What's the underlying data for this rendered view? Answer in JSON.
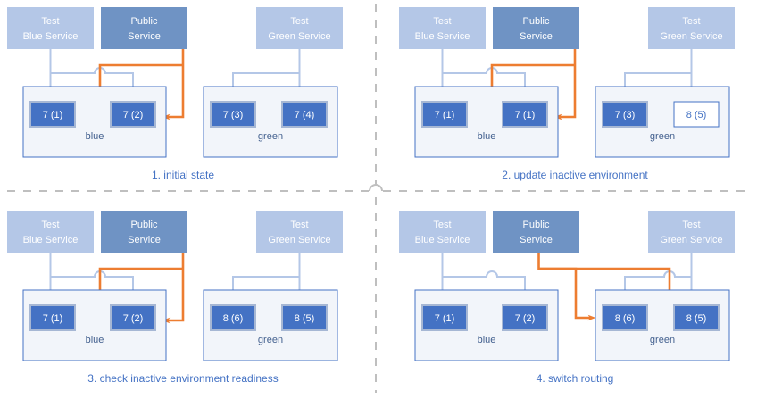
{
  "theme": {
    "background": "#ffffff",
    "service_light": "#b4c7e7",
    "service_dark": "#6f93c4",
    "instance_fill": "#4472c4",
    "instance_border": "#a6b7d4",
    "instance_empty_fill": "#ffffff",
    "instance_empty_border": "#4472c4",
    "env_border": "#4472c4",
    "env_fill": "#f2f5fa",
    "arrow_blue": "#b4c7e7",
    "arrow_orange": "#ed7d31",
    "caption_color": "#4472c4",
    "divider_color": "#bfbfbf"
  },
  "panels": [
    {
      "id": "panel-1",
      "caption": "1. initial state",
      "services": [
        {
          "id": "test-blue-service",
          "line1": "Test",
          "line2": "Blue Service",
          "style": "light"
        },
        {
          "id": "public-service",
          "line1": "Public",
          "line2": "Service",
          "style": "dark"
        },
        {
          "id": "test-green-service",
          "line1": "Test",
          "line2": "Green Service",
          "style": "light"
        }
      ],
      "environments": [
        {
          "id": "blue",
          "label": "blue",
          "instances": [
            {
              "id": "blue-inst-1",
              "label": "7 (1)",
              "state": "filled"
            },
            {
              "id": "blue-inst-2",
              "label": "7 (2)",
              "state": "filled"
            }
          ]
        },
        {
          "id": "green",
          "label": "green",
          "instances": [
            {
              "id": "green-inst-1",
              "label": "7 (3)",
              "state": "filled"
            },
            {
              "id": "green-inst-2",
              "label": "7 (4)",
              "state": "filled"
            }
          ]
        }
      ],
      "public_routing_target": "blue",
      "test_blue_routes": [
        "blue-inst-1",
        "blue-inst-2"
      ],
      "test_green_routes": [
        "green-inst-1",
        "green-inst-2"
      ]
    },
    {
      "id": "panel-2",
      "caption": "2. update inactive environment",
      "services": [
        {
          "id": "test-blue-service",
          "line1": "Test",
          "line2": "Blue Service",
          "style": "light"
        },
        {
          "id": "public-service",
          "line1": "Public",
          "line2": "Service",
          "style": "dark"
        },
        {
          "id": "test-green-service",
          "line1": "Test",
          "line2": "Green Service",
          "style": "light"
        }
      ],
      "environments": [
        {
          "id": "blue",
          "label": "blue",
          "instances": [
            {
              "id": "blue-inst-1",
              "label": "7 (1)",
              "state": "filled"
            },
            {
              "id": "blue-inst-2",
              "label": "7 (1)",
              "state": "filled"
            }
          ]
        },
        {
          "id": "green",
          "label": "green",
          "instances": [
            {
              "id": "green-inst-1",
              "label": "7 (3)",
              "state": "filled"
            },
            {
              "id": "green-inst-2",
              "label": "8 (5)",
              "state": "empty"
            }
          ]
        }
      ],
      "public_routing_target": "blue",
      "test_blue_routes": [
        "blue-inst-1",
        "blue-inst-2"
      ],
      "test_green_routes": [
        "green-inst-1",
        "green-inst-2"
      ]
    },
    {
      "id": "panel-3",
      "caption": "3. check inactive environment readiness",
      "services": [
        {
          "id": "test-blue-service",
          "line1": "Test",
          "line2": "Blue Service",
          "style": "light"
        },
        {
          "id": "public-service",
          "line1": "Public",
          "line2": "Service",
          "style": "dark"
        },
        {
          "id": "test-green-service",
          "line1": "Test",
          "line2": "Green Service",
          "style": "light"
        }
      ],
      "environments": [
        {
          "id": "blue",
          "label": "blue",
          "instances": [
            {
              "id": "blue-inst-1",
              "label": "7 (1)",
              "state": "filled"
            },
            {
              "id": "blue-inst-2",
              "label": "7 (2)",
              "state": "filled"
            }
          ]
        },
        {
          "id": "green",
          "label": "green",
          "instances": [
            {
              "id": "green-inst-1",
              "label": "8 (6)",
              "state": "filled"
            },
            {
              "id": "green-inst-2",
              "label": "8 (5)",
              "state": "filled"
            }
          ]
        }
      ],
      "public_routing_target": "blue",
      "test_blue_routes": [
        "blue-inst-1",
        "blue-inst-2"
      ],
      "test_green_routes": [
        "green-inst-1",
        "green-inst-2"
      ]
    },
    {
      "id": "panel-4",
      "caption": "4. switch routing",
      "services": [
        {
          "id": "test-blue-service",
          "line1": "Test",
          "line2": "Blue Service",
          "style": "light"
        },
        {
          "id": "public-service",
          "line1": "Public",
          "line2": "Service",
          "style": "dark"
        },
        {
          "id": "test-green-service",
          "line1": "Test",
          "line2": "Green Service",
          "style": "light"
        }
      ],
      "environments": [
        {
          "id": "blue",
          "label": "blue",
          "instances": [
            {
              "id": "blue-inst-1",
              "label": "7 (1)",
              "state": "filled"
            },
            {
              "id": "blue-inst-2",
              "label": "7 (2)",
              "state": "filled"
            }
          ]
        },
        {
          "id": "green",
          "label": "green",
          "instances": [
            {
              "id": "green-inst-1",
              "label": "8 (6)",
              "state": "filled"
            },
            {
              "id": "green-inst-2",
              "label": "8 (5)",
              "state": "filled"
            }
          ]
        }
      ],
      "public_routing_target": "green",
      "test_blue_routes": [
        "blue-inst-1",
        "blue-inst-2"
      ],
      "test_green_routes": [
        "green-inst-1",
        "green-inst-2"
      ]
    }
  ]
}
